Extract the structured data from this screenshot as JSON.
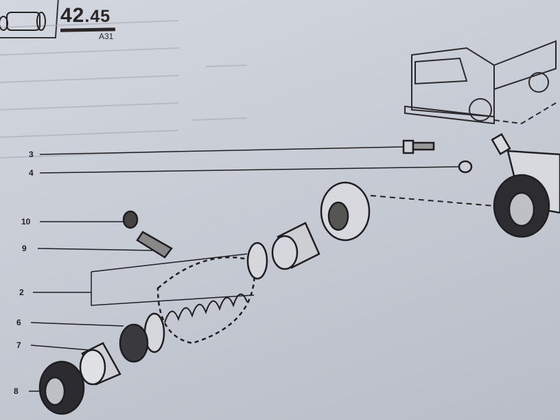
{
  "header": {
    "section_major": "42",
    "section_minor": ".45",
    "code": "A31"
  },
  "callouts": [
    {
      "label": "3",
      "part": "bolt"
    },
    {
      "label": "4",
      "part": "washer"
    },
    {
      "label": "10",
      "part": "bleed-cap"
    },
    {
      "label": "9",
      "part": "bleed-screw"
    },
    {
      "label": "2",
      "part": "spring-assembly"
    },
    {
      "label": "6",
      "part": "cup"
    },
    {
      "label": "7",
      "part": "piston"
    },
    {
      "label": "8",
      "part": "dust-boot"
    }
  ]
}
